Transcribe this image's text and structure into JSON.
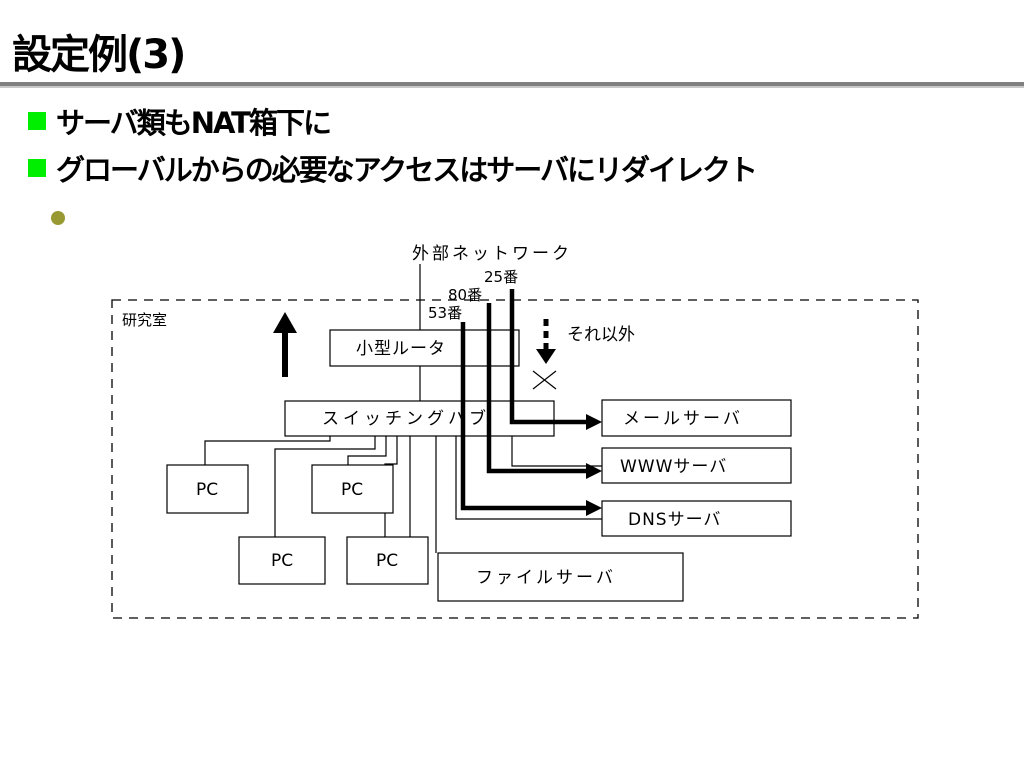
{
  "title": "設定例(3)",
  "bullets": [
    "サーバ類もNAT箱下に",
    "グローバルからの必要なアクセスはサーバにリダイレクト"
  ],
  "diagram": {
    "external_network": "外部ネットワーク",
    "lab": "研究室",
    "ports": {
      "smtp": "25番",
      "http": "80番",
      "dns": "53番"
    },
    "others": "それ以外",
    "router": "小型ルータ",
    "switch": "スイッチングハブ",
    "mail_server": "メールサーバ",
    "www_server": "WWWサーバ",
    "dns_server": "DNSサーバ",
    "file_server": "ファイルサーバ",
    "pc": "PC"
  }
}
